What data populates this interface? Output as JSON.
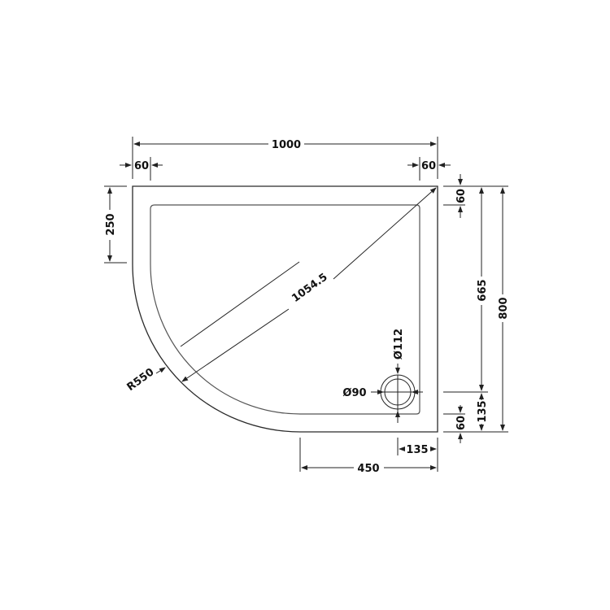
{
  "drawing": {
    "title": "Quadrant offset shower tray technical drawing",
    "units": "mm",
    "colors": {
      "line": "#222222",
      "background": "#ffffff",
      "text": "#111111"
    }
  },
  "dimensions": {
    "overall_width": "1000",
    "left_rim": "60",
    "right_rim": "60",
    "straight_left_side": "250",
    "top_right_rim": "60",
    "waste_to_top": "665",
    "overall_depth": "800",
    "waste_to_bottom": "135",
    "bottom_rim": "60",
    "diagonal": "1054.5",
    "radius": "R550",
    "waste_outer_diameter": "Ø112",
    "waste_inner_diameter": "Ø90",
    "waste_to_right": "135",
    "straight_bottom_side": "450"
  }
}
